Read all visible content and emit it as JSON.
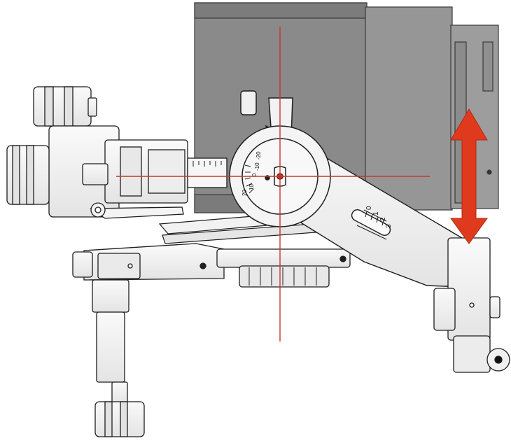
{
  "colors": {
    "camera_dark": "#7a7a7a",
    "camera_mid": "#8c8c8c",
    "camera_light": "#9a9a9a",
    "part_fill": "#f2f2f2",
    "part_shade": "#dcdcdc",
    "outline": "#1e1e1e",
    "crosshair": "#c0392b",
    "arrow": "#e03a1e"
  },
  "scales": {
    "tilt_labels": [
      "20",
      "10",
      "0",
      "-10",
      "-20"
    ],
    "arm_labels": [
      "3",
      "2",
      "1",
      "0"
    ]
  },
  "icons": {
    "crosshair": "crosshair-icon",
    "arrow": "double-arrow-vertical-icon"
  }
}
